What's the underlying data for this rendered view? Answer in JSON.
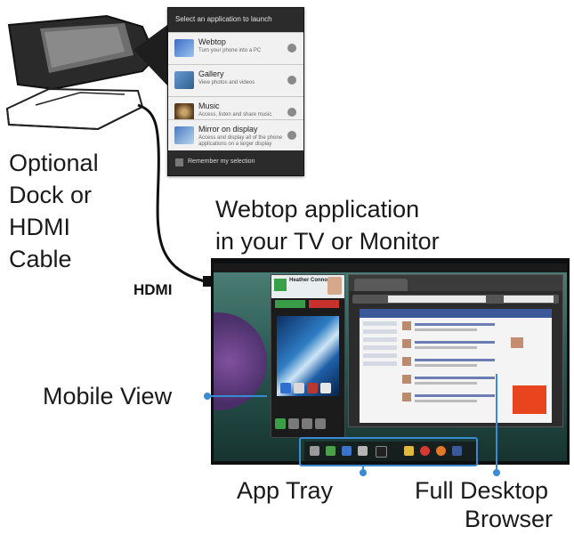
{
  "launcher": {
    "title": "Select an application to launch",
    "options": [
      {
        "name": "Webtop",
        "desc": "Turn your phone into a PC"
      },
      {
        "name": "Gallery",
        "desc": "View photos and videos"
      },
      {
        "name": "Music",
        "desc": "Access, listen and share music"
      },
      {
        "name": "Mirror on display",
        "desc": "Access and display all of the phone applications on a larger display"
      }
    ],
    "remember": "Remember my selection"
  },
  "labels": {
    "dock_line1": "Optional",
    "dock_line2": "Dock or",
    "dock_line3": "HDMI",
    "dock_line4": "Cable",
    "webtop_line1": "Webtop application",
    "webtop_line2": "in your TV or Monitor",
    "hdmi": "HDMI",
    "mobile_view": "Mobile View",
    "app_tray": "App Tray",
    "browser_line1": "Full Desktop",
    "browser_line2": "Browser"
  },
  "mobile": {
    "contact": "Heather Connor"
  },
  "colors": {
    "callout": "#3a8bd6",
    "facebook": "#3b5998",
    "accept": "#3a9c49",
    "reject": "#c9322c"
  }
}
